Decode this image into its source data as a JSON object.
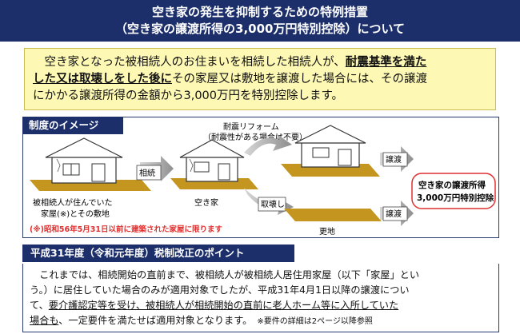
{
  "title": {
    "line1": "空き家の発生を抑制するための特例措置",
    "line2": "（空き家の譲渡所得の3,000万円特別控除）について"
  },
  "summary": {
    "line1_a": "　空き家となった被相続人のお住まいを相続した相続人が、",
    "line1_b": "耐震基準を満た",
    "line2_a": "した又は取壊しをした後に",
    "line2_b": "その家屋又は敷地を譲渡した場合には、その譲渡",
    "line3": "にかかる譲渡所得の金額から3,000万円を特別控除します。"
  },
  "scheme": {
    "header": "制度のイメージ",
    "reform_label": "耐震リフォーム",
    "reform_note": "（耐震性がある場合は不要）",
    "arrow_inherit": "相続",
    "arrow_demolish": "取壊し",
    "arrow_transfer_top": "譲渡",
    "arrow_transfer_bottom": "譲渡",
    "house1_caption_1": "被相続人が住んでいた",
    "house1_caption_2": "家屋(※)とその敷地",
    "house2_caption": "空き家",
    "land_caption": "更地",
    "result_line1": "空き家の譲渡所得",
    "result_line2": "3,000万円特別控除",
    "footnote": "(※)昭和56年5月31日以前に建築された家屋に限ります"
  },
  "notice": {
    "header": "平成31年度（令和元年度）税制改正のポイント",
    "line1": "　これまでは、相続開始の直前まで、被相続人が被相続人居住用家屋（以下「家屋」とい",
    "line2": "う。）に居住していた場合のみが適用対象でしたが、平成31年4月1日以降の譲渡につい",
    "line3_a": "て、",
    "line3_b": "要介護認定等を受け、被相続人が相続開始の直前に老人ホーム等に入所していた",
    "line4_a": "場合も",
    "line4_b": "、一定要件を満たせば適用対象となります。",
    "line4_note": "※要件の詳細は2ページ以降参照"
  },
  "colors": {
    "navy": "#1c2f6b",
    "summary_bg": "#fdf8b4",
    "footnote_red": "#e03030",
    "ground": "#b58a1a",
    "arrow_gray": "#9a9a9a"
  }
}
